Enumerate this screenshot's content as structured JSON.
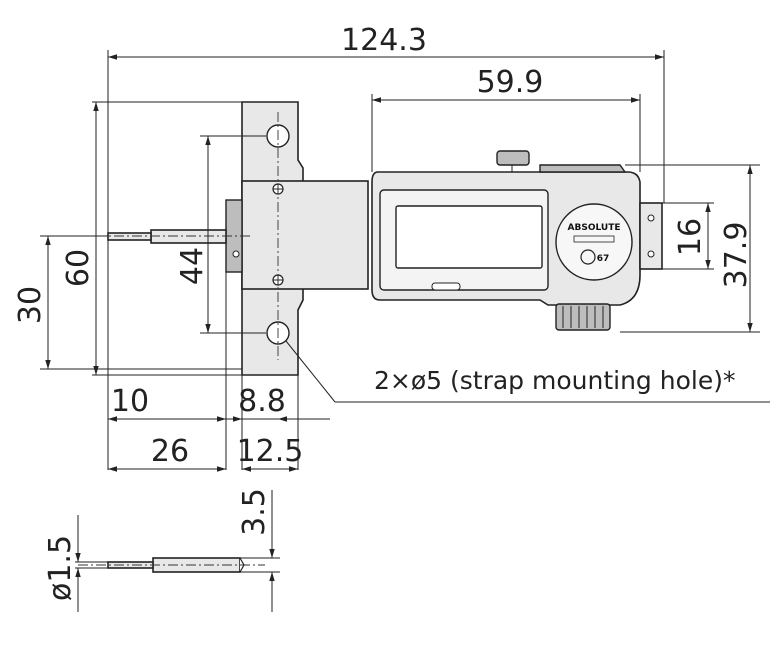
{
  "dimensions": {
    "overall_length": "124.3",
    "display_length": "59.9",
    "base_height": "60",
    "half_height": "30",
    "hole_spacing": "44",
    "total_height": "37.9",
    "end_height": "16",
    "rod_offset": "10",
    "rod_length": "26",
    "base_thickness": "8.8",
    "base_width": "12.5",
    "probe_dia": "ø1.5",
    "probe_step": "3.5"
  },
  "notes": {
    "strap_hole": "2×ø5 (strap mounting hole)*"
  },
  "markings": {
    "brand": "ABSOLUTE",
    "ip_rating": "67"
  }
}
